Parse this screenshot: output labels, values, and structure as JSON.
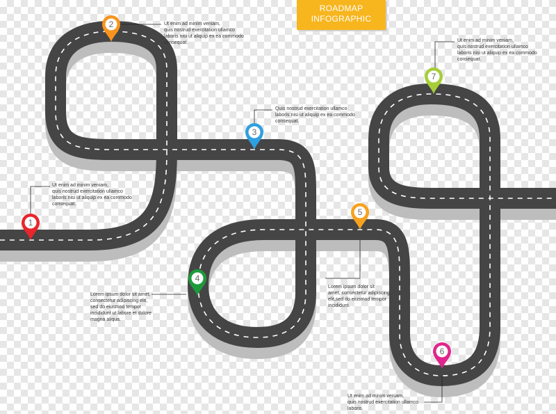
{
  "title": {
    "line1": "ROADMAP",
    "line2": "INFOGRAPHIC",
    "color": "#f7b51e"
  },
  "road": {
    "color": "#454545",
    "side_color": "#bdbdbd",
    "dash_color": "#ffffff"
  },
  "milestones": [
    {
      "number": "1",
      "color": "#e8262c",
      "text": "Ut enim ad minim veniam,\nquis nostrud exercitation ullamco\nlaboris nisi ut aliquip ex ea commodo\nconsequat."
    },
    {
      "number": "2",
      "color": "#f7941d",
      "text": "Ut enim ad minim veniam,\nquis nostrud exercitation ullamco\nlaboris nisi ut aliquip ex ea commodo\nconsequat."
    },
    {
      "number": "3",
      "color": "#2e9fe0",
      "text": "Quis nostrud exercitation ullamco\nlaboris nisi ut aliquip ex ea commodo\nconsequat."
    },
    {
      "number": "4",
      "color": "#1e9a3c",
      "text": "Lorem ipsum dolor sit amet,\nconsectetur adipiscing elit,\nsed do eiusmod tempor\nincididunt ut labore et dolore\nmagna aliqua."
    },
    {
      "number": "5",
      "color": "#f7a21d",
      "text": "Lorem ipsum dolor sit\namet, consectetur adipiscing\nelit,sed do eiusmod tempor\nincididunt."
    },
    {
      "number": "6",
      "color": "#e0258c",
      "text": "Ut enim ad minim veniam,\nquis nostrud exercitation ullamco\nlaboris."
    },
    {
      "number": "7",
      "color": "#a6ce39",
      "text": "Ut enim ad minim veniam,\nquis nostrud exercitation ullamco\nlaboris nisi ut aliquip ex ea commodo\nconsequat."
    }
  ]
}
